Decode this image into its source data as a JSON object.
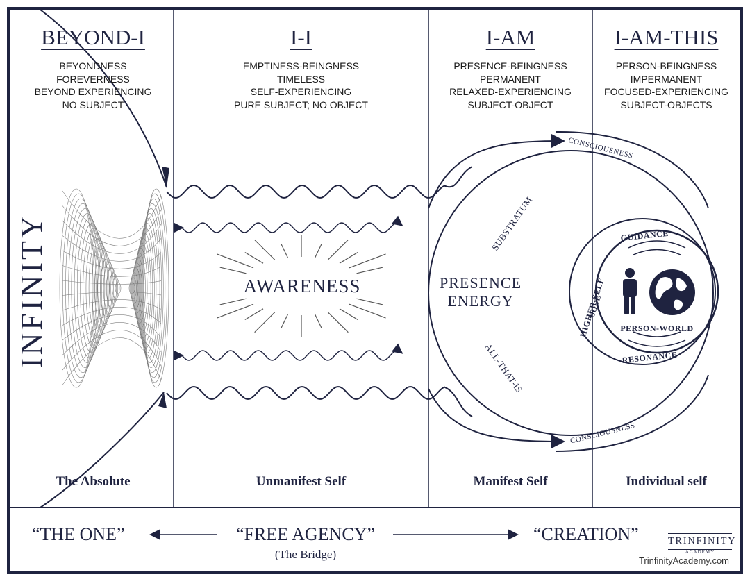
{
  "columns": [
    {
      "id": "beyond-i",
      "title": "BEYOND-I",
      "lines": [
        "BEYONDNESS",
        "FOREVERNESS",
        "BEYOND EXPERIENCING",
        "NO SUBJECT"
      ],
      "footer": "The Absolute"
    },
    {
      "id": "i-i",
      "title": "I-I",
      "lines": [
        "EMPTINESS-BEINGNESS",
        "TIMELESS",
        "SELF-EXPERIENCING",
        "PURE SUBJECT; NO OBJECT"
      ],
      "footer": "Unmanifest Self"
    },
    {
      "id": "i-am",
      "title": "I-AM",
      "lines": [
        "PRESENCE-BEINGNESS",
        "PERMANENT",
        "RELAXED-EXPERIENCING",
        "SUBJECT-OBJECT"
      ],
      "footer": "Manifest Self"
    },
    {
      "id": "i-am-this",
      "title": "I-AM-THIS",
      "lines": [
        "PERSON-BEINGNESS",
        "IMPERMANENT",
        "FOCUSED-EXPERIENCING",
        "SUBJECT-OBJECTS"
      ],
      "footer": "Individual self"
    }
  ],
  "labels": {
    "infinity": "INFINITY",
    "awareness": "AWARENESS",
    "presence_energy": [
      "PRESENCE",
      "ENERGY"
    ],
    "consciousness_top": "CONSCIOUSNESS",
    "consciousness_bottom": "CONSCIOUSNESS",
    "substratum": "SUBSTRATUM",
    "all_that_is": "ALL-THAT-IS",
    "higher_self": "HIGHER-SELF",
    "soul": "“SOUL”",
    "guidance": "GUIDANCE",
    "resonance": "RESONANCE",
    "person_world": "PERSON-WORLD"
  },
  "bottom": {
    "the_one": "“THE ONE”",
    "free_agency": "“FREE AGENCY”",
    "the_bridge": "(The Bridge)",
    "creation": "“CREATION”",
    "logo_text": "TRINFINITY",
    "logo_sub": "ACADEMY",
    "website": "TrinfinityAcademy.com"
  },
  "colors": {
    "navy": "#1f2340",
    "text": "#1a1a1a"
  }
}
